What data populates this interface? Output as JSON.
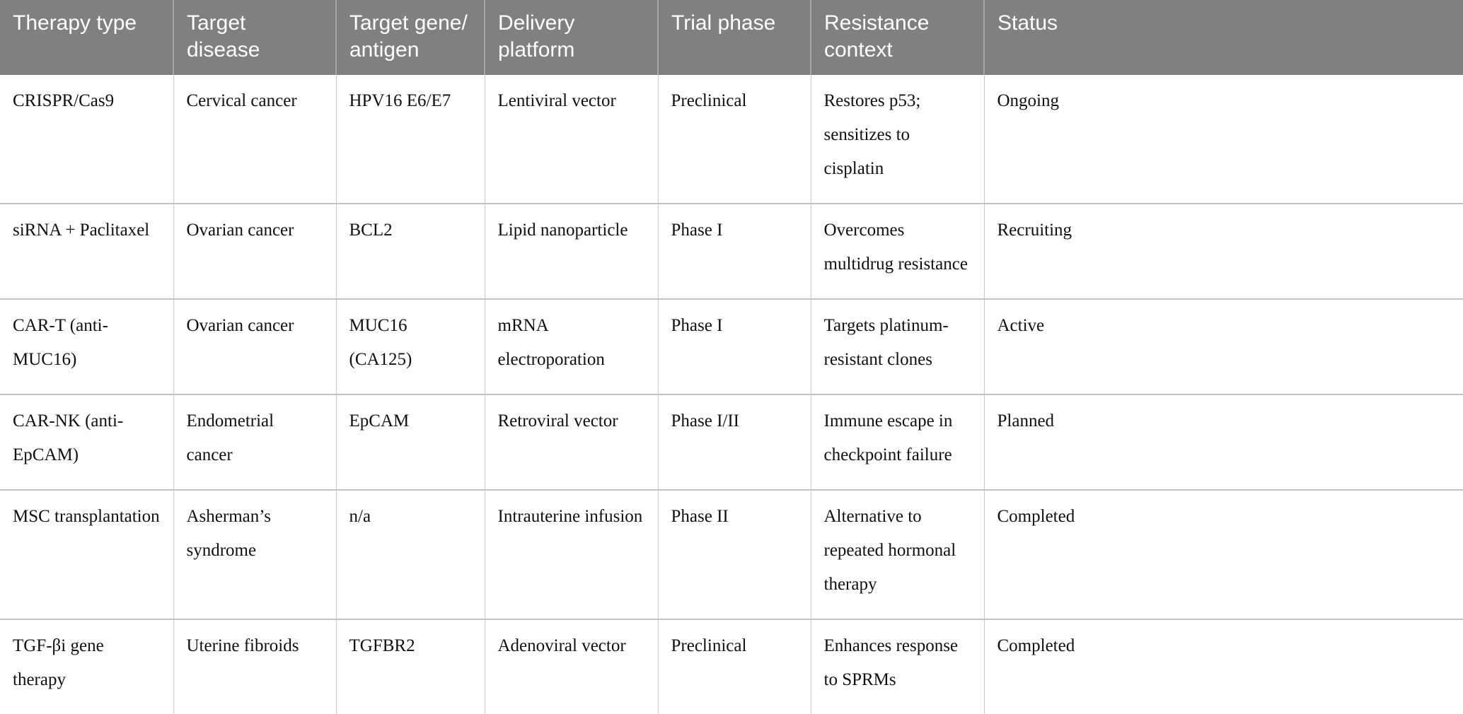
{
  "table": {
    "columns": [
      {
        "key": "therapy_type",
        "label": "Therapy type"
      },
      {
        "key": "target_disease",
        "label": "Target disease"
      },
      {
        "key": "target_gene_antigen",
        "label": "Target gene/ antigen"
      },
      {
        "key": "delivery_platform",
        "label": "Delivery platform"
      },
      {
        "key": "trial_phase",
        "label": "Trial phase"
      },
      {
        "key": "resistance_context",
        "label": "Resistance context"
      },
      {
        "key": "status",
        "label": "Status"
      }
    ],
    "rows": [
      {
        "therapy_type": "CRISPR/Cas9",
        "target_disease": "Cervical cancer",
        "target_gene_antigen": "HPV16 E6/E7",
        "delivery_platform": "Lentiviral vector",
        "trial_phase": "Preclinical",
        "resistance_context": "Restores p53; sensitizes to cisplatin",
        "status": "Ongoing"
      },
      {
        "therapy_type": "siRNA + Paclitaxel",
        "target_disease": "Ovarian cancer",
        "target_gene_antigen": "BCL2",
        "delivery_platform": "Lipid nanoparticle",
        "trial_phase": "Phase I",
        "resistance_context": "Overcomes multidrug resistance",
        "status": "Recruiting"
      },
      {
        "therapy_type": "CAR-T (anti-MUC16)",
        "target_disease": "Ovarian cancer",
        "target_gene_antigen": "MUC16 (CA125)",
        "delivery_platform": "mRNA electroporation",
        "trial_phase": "Phase I",
        "resistance_context": "Targets platinum-resistant clones",
        "status": "Active"
      },
      {
        "therapy_type": "CAR-NK (anti-EpCAM)",
        "target_disease": "Endometrial cancer",
        "target_gene_antigen": "EpCAM",
        "delivery_platform": "Retroviral vector",
        "trial_phase": "Phase I/II",
        "resistance_context": "Immune escape in checkpoint failure",
        "status": "Planned"
      },
      {
        "therapy_type": "MSC transplantation",
        "target_disease": "Asherman’s syndrome",
        "target_gene_antigen": "n/a",
        "delivery_platform": "Intrauterine infusion",
        "trial_phase": "Phase II",
        "resistance_context": "Alternative to repeated hormonal therapy",
        "status": "Completed"
      },
      {
        "therapy_type": "TGF-βi gene therapy",
        "target_disease": "Uterine fibroids",
        "target_gene_antigen": "TGFBR2",
        "delivery_platform": "Adenoviral vector",
        "trial_phase": "Preclinical",
        "resistance_context": "Enhances response to SPRMs",
        "status": "Completed"
      }
    ]
  },
  "style": {
    "header_background": "#808080",
    "header_text_color": "#ffffff",
    "body_background": "#ffffff",
    "body_text_color": "#101010",
    "border_color": "#c2c2c2"
  }
}
